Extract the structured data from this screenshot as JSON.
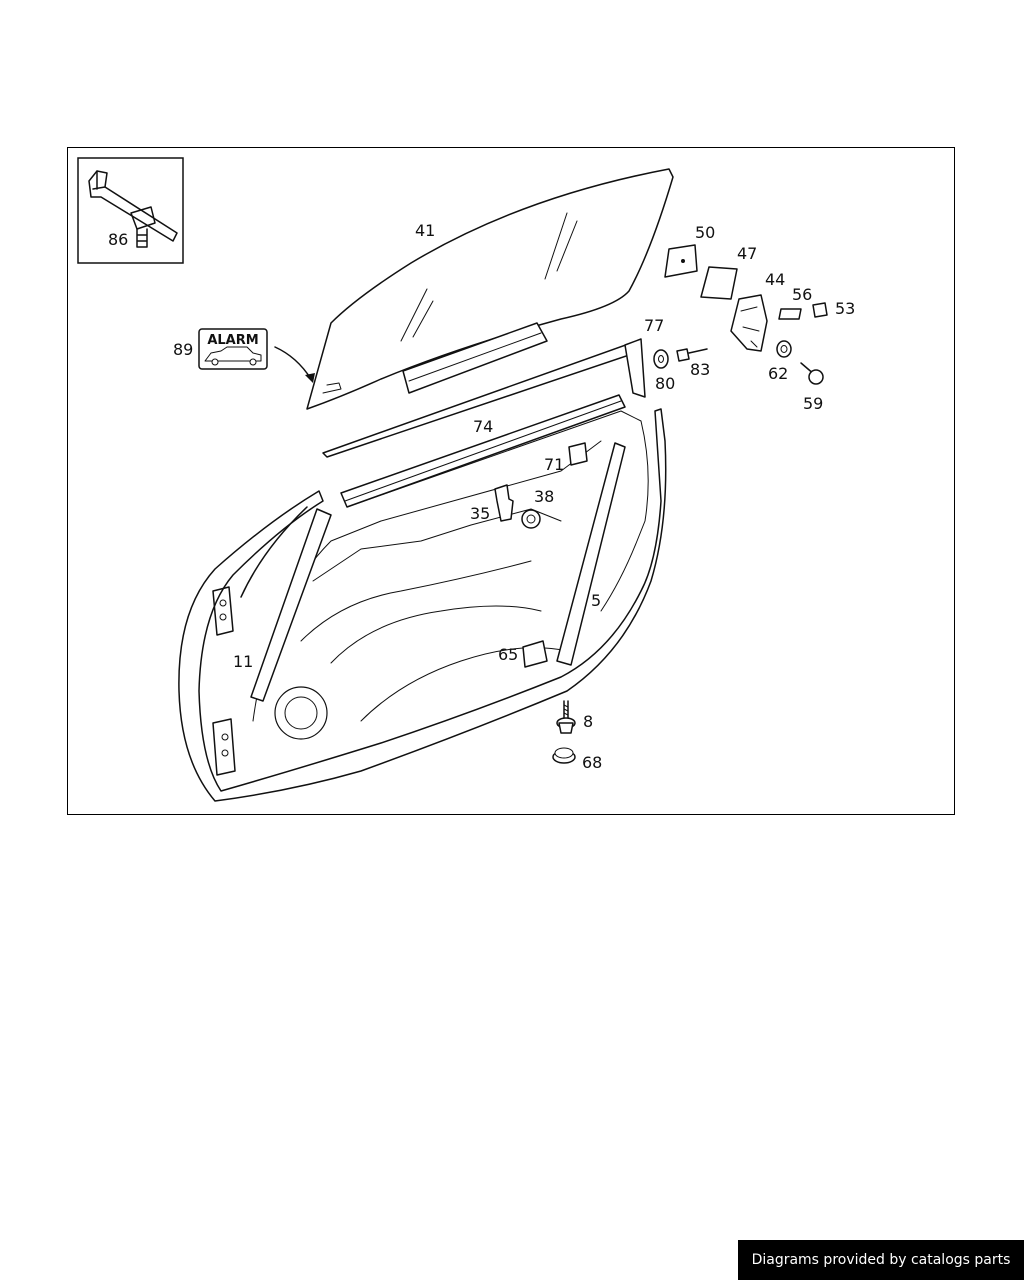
{
  "diagram": {
    "alarm_badge_text": "ALARM",
    "part_labels": [
      {
        "id": "41",
        "text": "41"
      },
      {
        "id": "50",
        "text": "50"
      },
      {
        "id": "47",
        "text": "47"
      },
      {
        "id": "44",
        "text": "44"
      },
      {
        "id": "56",
        "text": "56"
      },
      {
        "id": "53",
        "text": "53"
      },
      {
        "id": "77",
        "text": "77"
      },
      {
        "id": "80",
        "text": "80"
      },
      {
        "id": "83",
        "text": "83"
      },
      {
        "id": "62",
        "text": "62"
      },
      {
        "id": "59",
        "text": "59"
      },
      {
        "id": "86",
        "text": "86"
      },
      {
        "id": "89",
        "text": "89"
      },
      {
        "id": "74",
        "text": "74"
      },
      {
        "id": "71",
        "text": "71"
      },
      {
        "id": "38",
        "text": "38"
      },
      {
        "id": "35",
        "text": "35"
      },
      {
        "id": "5",
        "text": "5"
      },
      {
        "id": "11",
        "text": "11"
      },
      {
        "id": "65",
        "text": "65"
      },
      {
        "id": "8",
        "text": "8"
      },
      {
        "id": "68",
        "text": "68"
      }
    ]
  },
  "footer": {
    "credit_text": "Diagrams provided by catalogs parts",
    "background_color": "#000000",
    "text_color": "#ffffff"
  }
}
